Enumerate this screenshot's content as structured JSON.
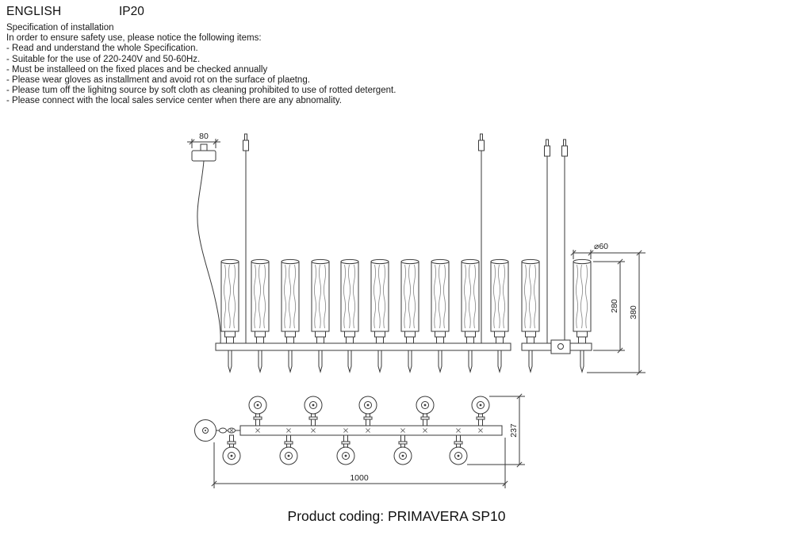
{
  "header": {
    "language": "ENGLISH",
    "ip_rating": "IP20"
  },
  "spec": {
    "title": "Specification of installation",
    "intro": "In order to ensure safety use, please notice the following items:",
    "items": [
      "- Read and understand the whole Specification.",
      "- Suitable for the use of 220-240V and 50-60Hz.",
      "- Must be installeed on the fixed places and be checked annually",
      "- Please wear gloves as installment and avoid rot on the surface of plaetng.",
      "- Please tum off the lighitng source by soft cloth as cleaning prohibited to use of rotted detergent.",
      "- Please connect with the local sales service center when there are any abnomality."
    ]
  },
  "dimensions": {
    "canopy_width": "80",
    "shade_diameter": "⌀60",
    "shade_height": "280",
    "fixture_height": "380",
    "fixture_depth": "237",
    "fixture_length": "1000"
  },
  "footer": {
    "product_coding": "Product coding: PRIMAVERA SP10"
  }
}
